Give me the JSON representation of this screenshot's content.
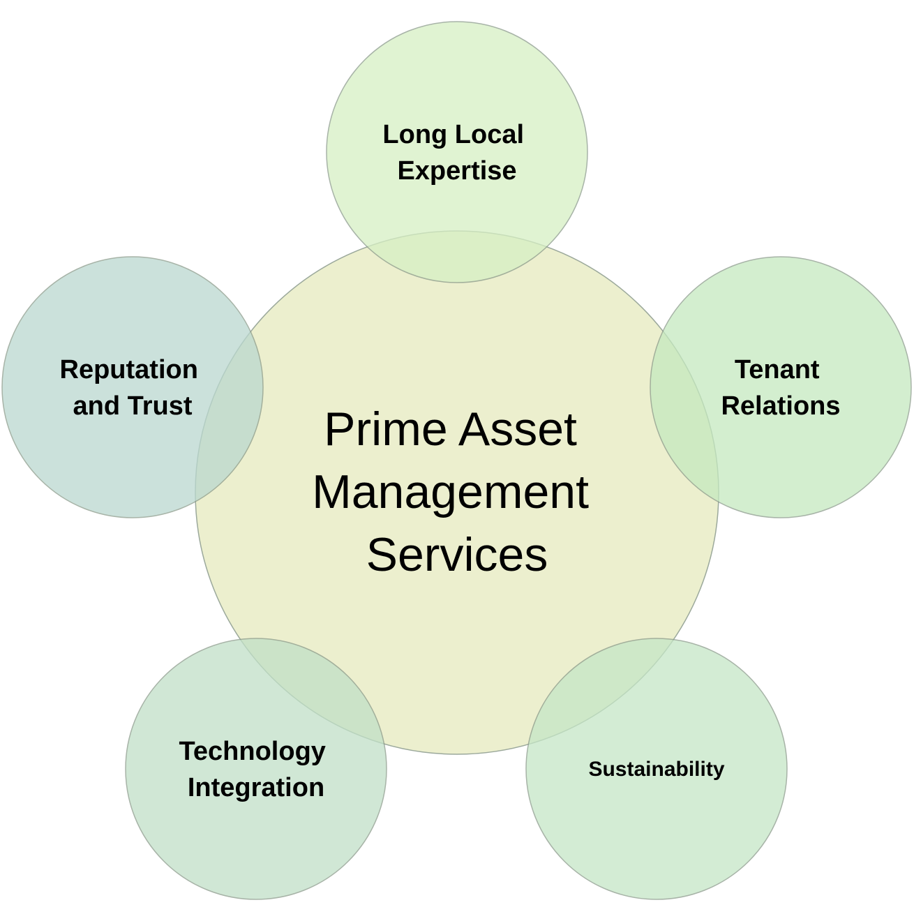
{
  "center": {
    "lines": [
      "Prime Asset",
      "Management",
      "Services"
    ],
    "fill": "#e9edc6"
  },
  "satellites": [
    {
      "id": "expertise",
      "lines": [
        "Long Local",
        "Expertise"
      ],
      "fill": "#d6efc4"
    },
    {
      "id": "tenant",
      "lines": [
        "Tenant",
        "Relations"
      ],
      "fill": "#c5e9bf"
    },
    {
      "id": "sustainability",
      "lines": [
        "Sustainability"
      ],
      "fill": "#c5e6c6"
    },
    {
      "id": "technology",
      "lines": [
        "Technology",
        "Integration"
      ],
      "fill": "#c1e0c7"
    },
    {
      "id": "reputation",
      "lines": [
        "Reputation",
        "and Trust"
      ],
      "fill": "#bad8cf"
    }
  ],
  "colors": {
    "stroke": "#8a9a8a",
    "text": "#000000"
  }
}
